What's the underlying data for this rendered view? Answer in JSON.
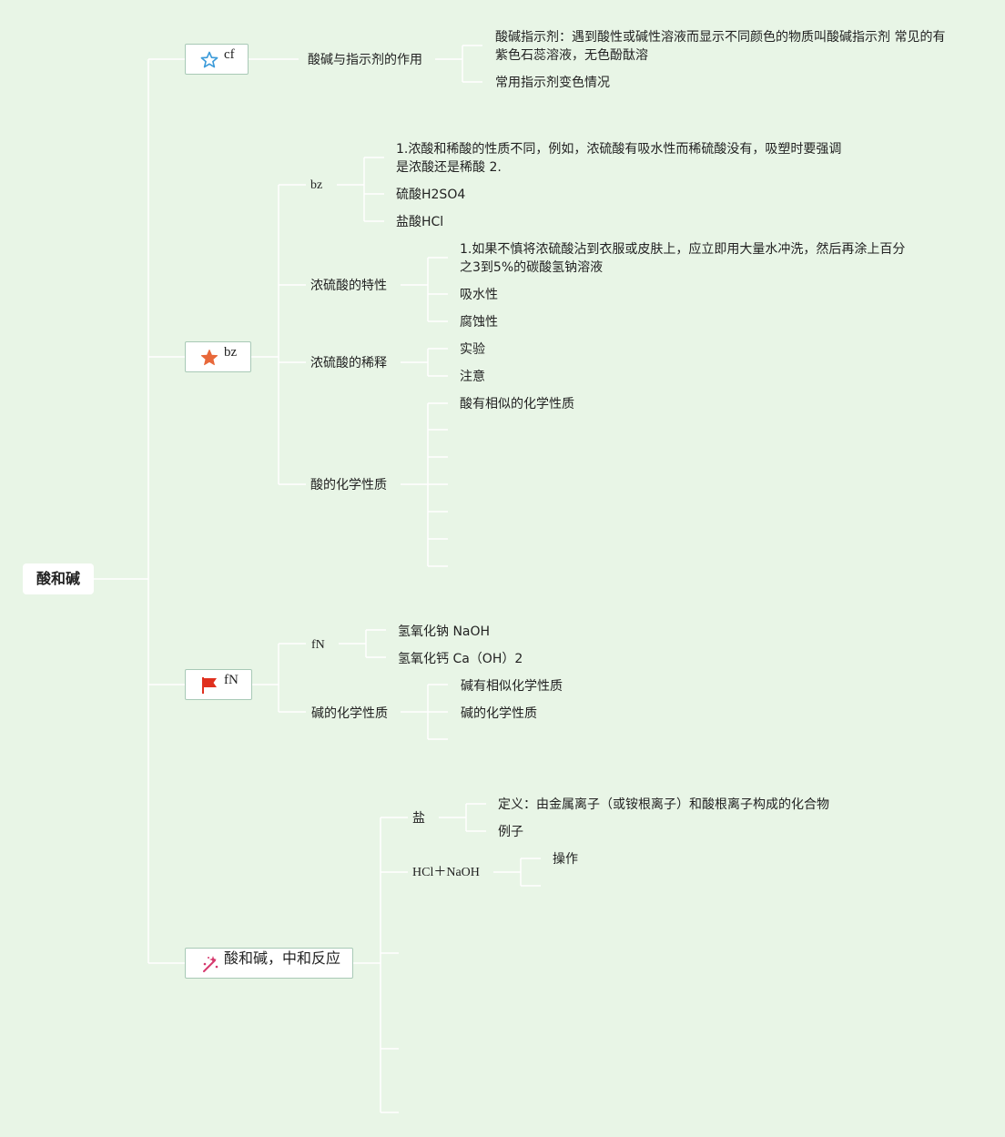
{
  "root": "酸和碱",
  "categories": [
    {
      "label": "cf",
      "icon": "star-outline-icon"
    },
    {
      "label": "bz",
      "icon": "star-filled-icon"
    },
    {
      "label": "fN",
      "icon": "flag-icon"
    },
    {
      "label": "酸和碱，中和反应",
      "icon": "sparkle-icon"
    }
  ],
  "cf": {
    "topic": "酸碱与指示剂的作用",
    "items": [
      [
        "酸碱指示剂：遇到酸性或碱性溶液而显示不同颜色的物质叫酸碱指示剂 常见的有",
        "紫色石蕊溶液，无色酚酞溶"
      ],
      "常用指示剂变色情况"
    ]
  },
  "bz": {
    "topics": [
      "bz",
      "浓硫酸的特性",
      "浓硫酸的稀释",
      "酸的化学性质"
    ],
    "bz_items": [
      [
        "1.浓酸和稀酸的性质不同，例如，浓硫酸有吸水性而稀硫酸没有，吸塑时要强调",
        "是浓酸还是稀酸 2."
      ],
      "硫酸H2SO4",
      "盐酸HCl"
    ],
    "conc_items": [
      [
        "1.如果不慎将浓硫酸沾到衣服或皮肤上，应立即用大量水冲洗，然后再涂上百分",
        "之3到5%的碳酸氢钠溶液"
      ],
      "吸水性",
      "腐蚀性"
    ],
    "dilute_items": [
      "实验",
      "注意"
    ],
    "acid_items": [
      "酸有相似的化学性质"
    ]
  },
  "fN": {
    "topics": [
      "fN",
      "碱的化学性质"
    ],
    "fn_items": [
      "氢氧化钠 NaOH",
      "氢氧化钙 Ca（OH）2"
    ],
    "base_items": [
      "碱有相似化学性质",
      "碱的化学性质"
    ]
  },
  "neutral": {
    "topics": [
      "盐",
      "HCl＋NaOH"
    ],
    "salt_items": [
      "定义：由金属离子（或铵根离子）和酸根离子构成的化合物",
      "例子"
    ],
    "hcl_items": [
      "操作"
    ]
  },
  "colors": {
    "line": "#ffffff",
    "star_outline": "#3a9ad9",
    "star_filled": "#e8683a",
    "flag": "#e0301e",
    "sparkle": "#d63a6e"
  }
}
